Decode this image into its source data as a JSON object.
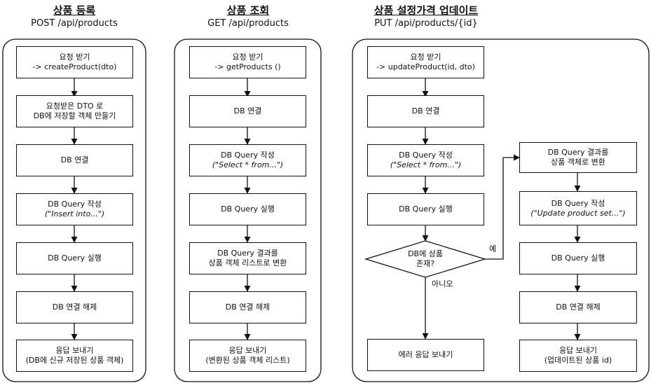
{
  "columns": [
    {
      "title": "상품 등록",
      "subtitle": "POST /api/products",
      "steps": [
        {
          "line1": "요청 받기",
          "line2": "-> createProduct(dto)"
        },
        {
          "line1": "요청받은 DTO 로",
          "line2": "DB에 저장할 객체 만들기"
        },
        {
          "line1": "DB 연결",
          "line2": ""
        },
        {
          "line1": "DB Query 작성",
          "line2": "(\"Insert into...\")"
        },
        {
          "line1": "DB Query 실행",
          "line2": ""
        },
        {
          "line1": "DB 연결 해제",
          "line2": ""
        },
        {
          "line1": "응답 보내기",
          "line2": "(DB에 신규 저장된 상품 객체)"
        }
      ]
    },
    {
      "title": "상품 조회",
      "subtitle": "GET /api/products",
      "steps": [
        {
          "line1": "요청 받기",
          "line2": "-> getProducts ()"
        },
        {
          "line1": "DB 연결",
          "line2": ""
        },
        {
          "line1": "DB Query 작성",
          "line2": "(\"Select * from...\")"
        },
        {
          "line1": "DB Query 실행",
          "line2": ""
        },
        {
          "line1": "DB Query 결과를",
          "line2": "상품 객체 리스트로 변환"
        },
        {
          "line1": "DB 연결 해제",
          "line2": ""
        },
        {
          "line1": "응답 보내기",
          "line2": "(변환된 상품 객체 리스트)"
        }
      ]
    },
    {
      "title": "상품 설정가격 업데이트",
      "subtitle": "PUT /api/products/{id}",
      "steps": [
        {
          "line1": "요청 받기",
          "line2": "-> updateProduct(id, dto)"
        },
        {
          "line1": "DB 연결",
          "line2": ""
        },
        {
          "line1": "DB Query 작성",
          "line2": "(\"Select * from...\")"
        },
        {
          "line1": "DB Query 실행",
          "line2": ""
        }
      ],
      "decision": {
        "line1": "DB에 상품",
        "line2": "존재?",
        "yes_label": "예",
        "no_label": "아니오"
      },
      "no_step": {
        "line1": "에러 응답 보내기",
        "line2": ""
      },
      "yes_steps": [
        {
          "line1": "DB Query 결과를",
          "line2": "상품 객체로 변환"
        },
        {
          "line1": "DB Query 작성",
          "line2": "(\"Update product set...\")"
        },
        {
          "line1": "DB Query 실행",
          "line2": ""
        },
        {
          "line1": "DB 연결 해제",
          "line2": ""
        },
        {
          "line1": "응답 보내기",
          "line2": "(업데이트된 상품 id)"
        }
      ]
    }
  ]
}
